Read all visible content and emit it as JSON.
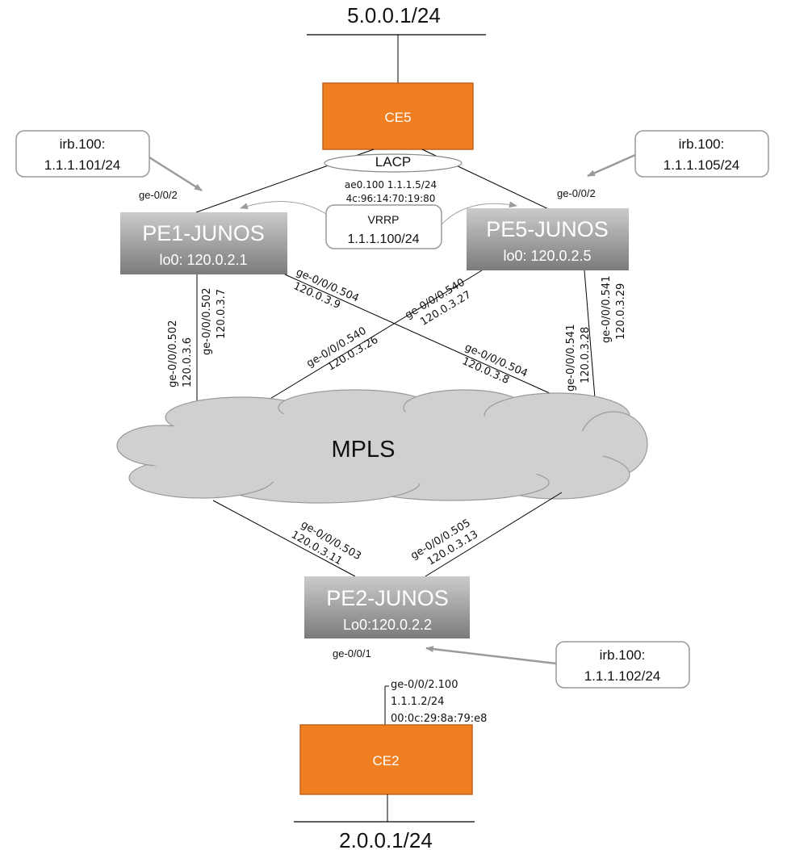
{
  "networks": {
    "top": "5.0.0.1/24",
    "bottom": "2.0.0.1/24"
  },
  "devices": {
    "ce5": "CE5",
    "ce2": "CE2",
    "pe1": {
      "name": "PE1-JUNOS",
      "loopback": "lo0: 120.0.2.1"
    },
    "pe5": {
      "name": "PE5-JUNOS",
      "loopback": "lo0: 120.0.2.5"
    },
    "pe2": {
      "name": "PE2-JUNOS",
      "loopback": "Lo0:120.0.2.2"
    }
  },
  "cloud": "MPLS",
  "lacp": "LACP",
  "ae": {
    "line1": "ae0.100 1.1.1.5/24",
    "line2": "4c:96:14:70:19:80"
  },
  "vrrp": {
    "line1": "VRRP",
    "line2": "1.1.1.100/24"
  },
  "irb_pe1": {
    "line1": "irb.100:",
    "line2": "1.1.1.101/24"
  },
  "irb_pe5": {
    "line1": "irb.100:",
    "line2": "1.1.1.105/24"
  },
  "irb_pe2": {
    "line1": "irb.100:",
    "line2": "1.1.1.102/24"
  },
  "ports": {
    "pe1_up": "ge-0/0/2",
    "pe5_up": "ge-0/0/2",
    "pe2_down": "ge-0/0/1"
  },
  "ce2_if": {
    "line1": "ge-0/0/2.100",
    "line2": "1.1.1.2/24",
    "line3": "00:0c:29:8a:79:e8"
  },
  "links": {
    "pe1_v_a": {
      "iface": "ge-0/0/0.502",
      "ip": "120.0.3.6"
    },
    "pe1_v_b": {
      "iface": "ge-0/0/0.502",
      "ip": "120.0.3.7"
    },
    "pe1_x_a": {
      "iface": "ge-0/0/0.504",
      "ip": "120.0.3.9"
    },
    "pe1_x_b": {
      "iface": "ge-0/0/0.504",
      "ip": "120.0.3.8"
    },
    "pe5_x_a": {
      "iface": "ge-0/0/0.540",
      "ip": "120.0.3.27"
    },
    "pe5_x_b": {
      "iface": "ge-0/0/0.540",
      "ip": "120.0.3.26"
    },
    "pe5_v_a": {
      "iface": "ge-0/0/0.541",
      "ip": "120.0.3.28"
    },
    "pe5_v_b": {
      "iface": "ge-0/0/0.541",
      "ip": "120.0.3.29"
    },
    "pe2_l": {
      "iface": "ge-0/0/0.503",
      "ip": "120.0.3.11"
    },
    "pe2_r": {
      "iface": "ge-0/0/0.505",
      "ip": "120.0.3.13"
    }
  },
  "colors": {
    "ce": "#F07F22",
    "ce_border": "#C0621A",
    "pe_top": "#C9C9C9",
    "pe_bottom": "#7D7D7D",
    "cloud": "#D0D0D0"
  }
}
